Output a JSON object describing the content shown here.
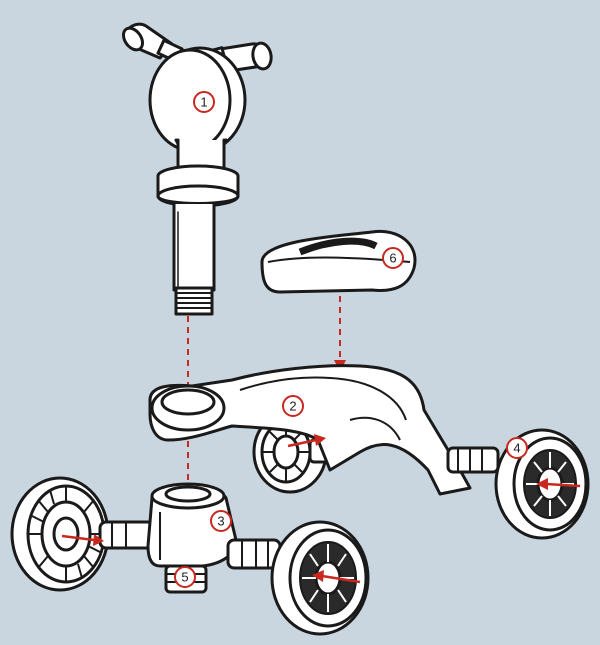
{
  "diagram": {
    "background_color": "#c9d6df",
    "line_color": "#1a1a1a",
    "fill_color": "#ffffff",
    "accent_color": "#c8281e",
    "callouts": [
      {
        "id": "1",
        "label": "1",
        "part": "handlebar"
      },
      {
        "id": "2",
        "label": "2",
        "part": "main-frame"
      },
      {
        "id": "3",
        "label": "3",
        "part": "front-fork-block"
      },
      {
        "id": "4",
        "label": "4",
        "part": "rear-wheel"
      },
      {
        "id": "5",
        "label": "5",
        "part": "bolt-nut"
      },
      {
        "id": "6",
        "label": "6",
        "part": "seat"
      }
    ]
  }
}
